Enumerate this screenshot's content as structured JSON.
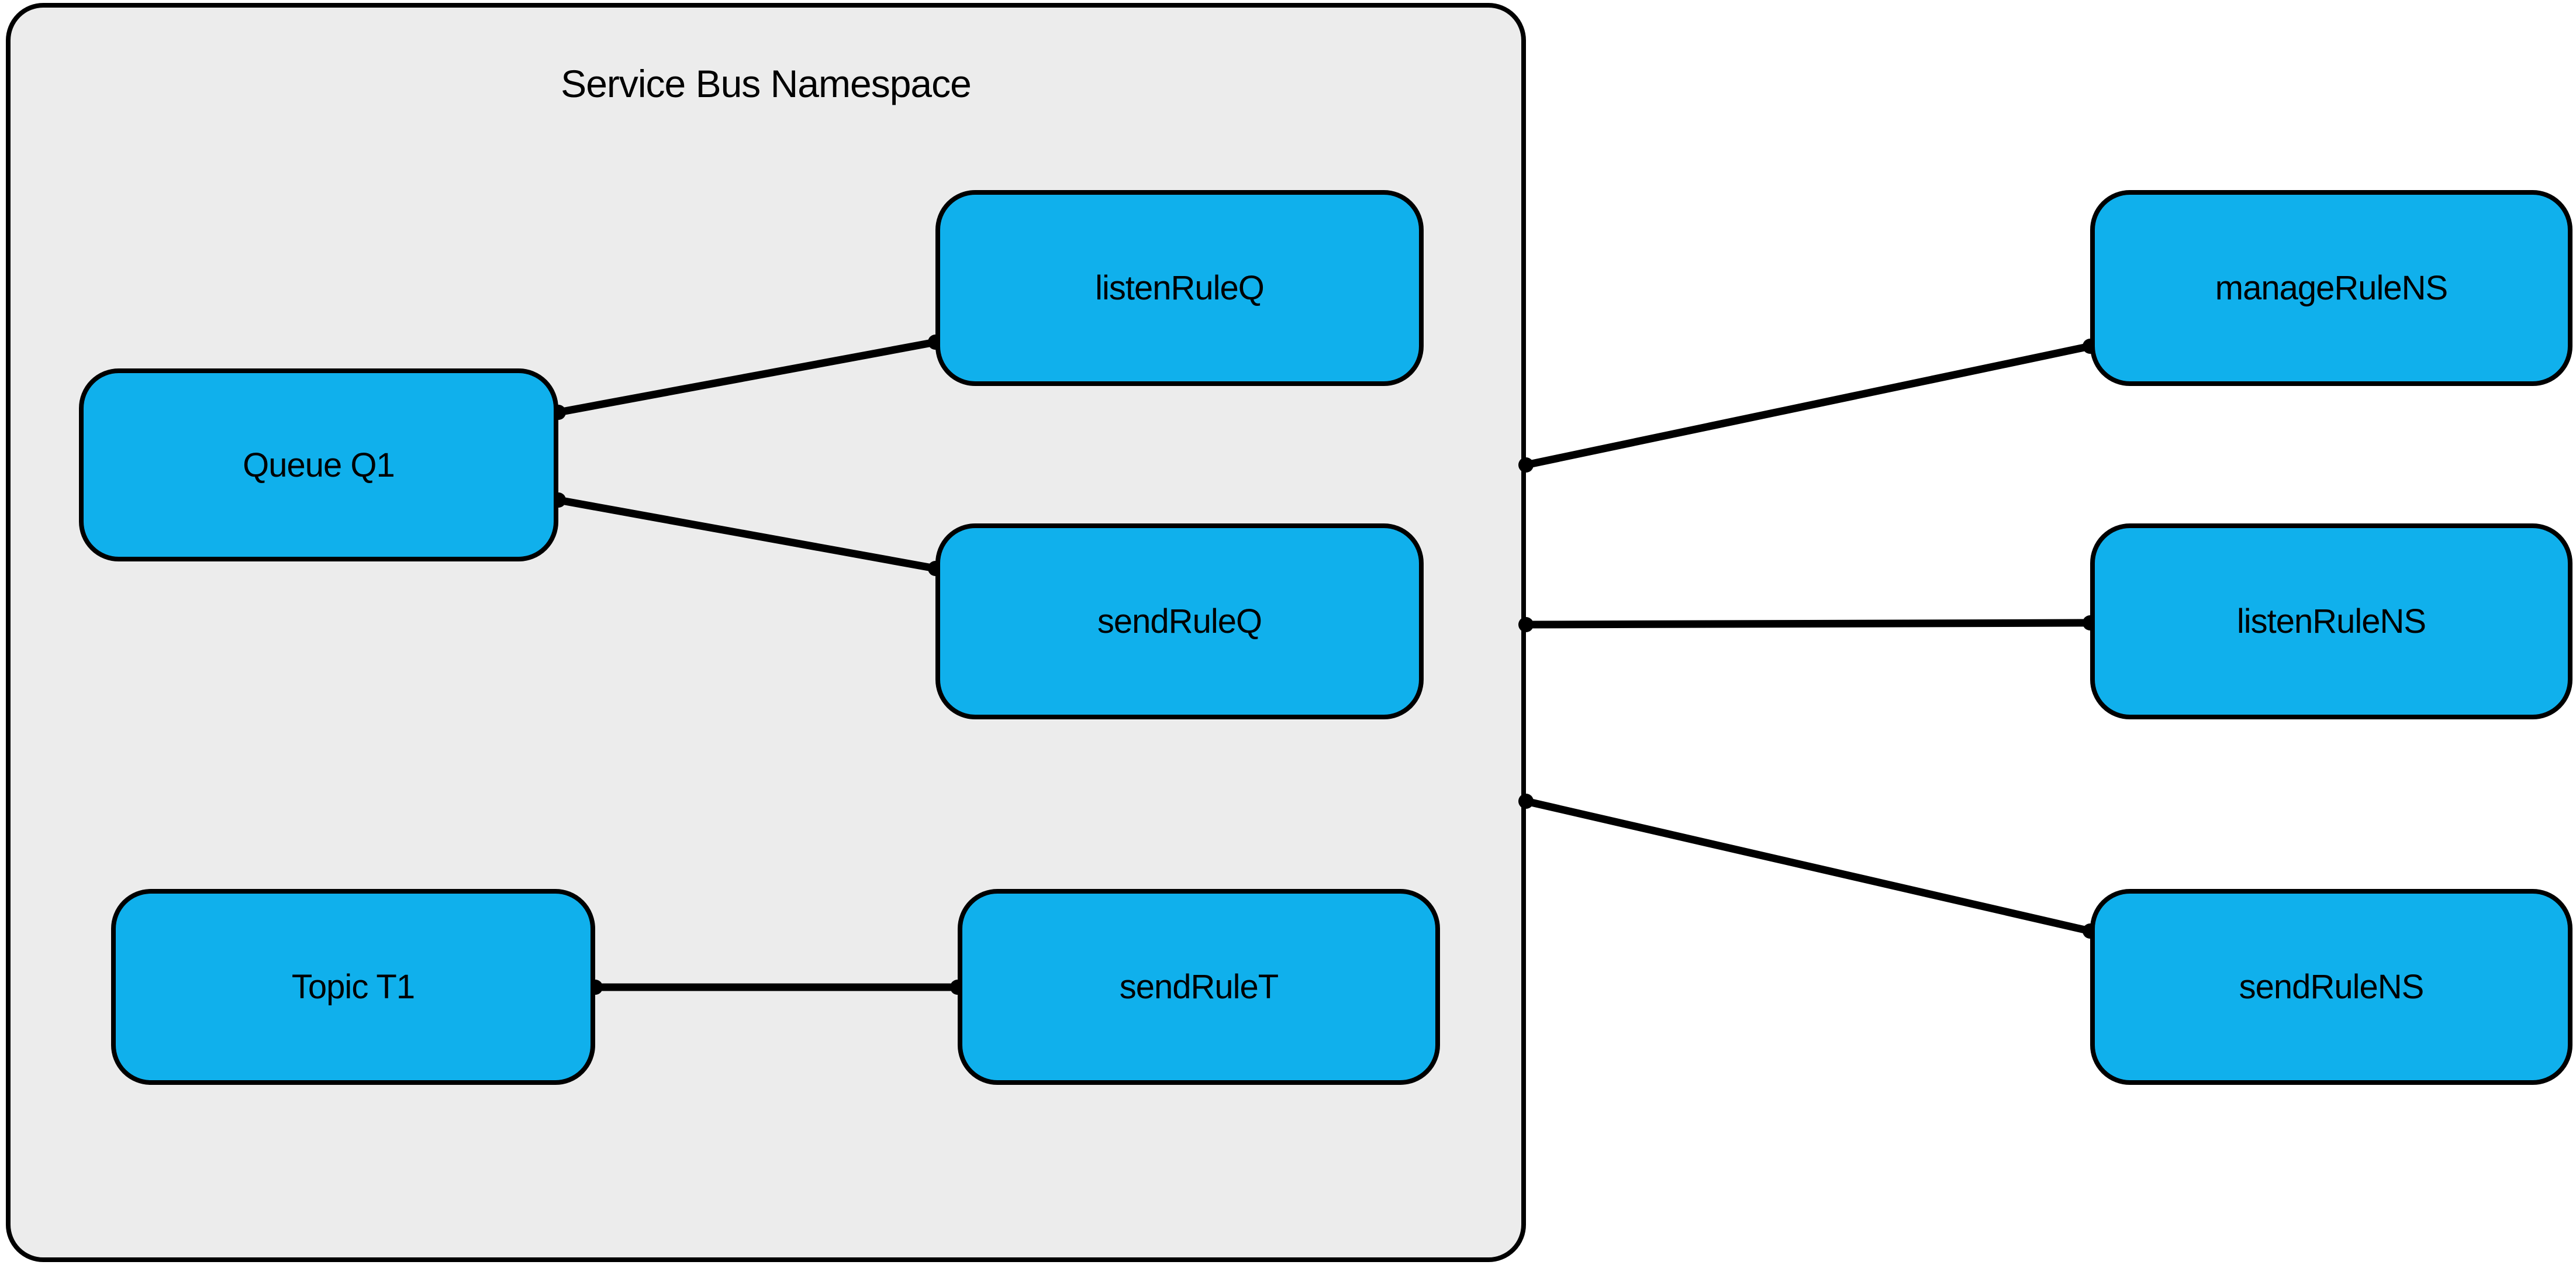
{
  "diagram": {
    "type": "service-bus-access-rules-diagram",
    "background_color": "#ffffff",
    "container": {
      "label": "Service Bus Namespace",
      "fill": "#ececec",
      "border_color": "#000000"
    },
    "node_style": {
      "fill": "#10b0ec",
      "border_color": "#000000",
      "text_color": "#000000"
    },
    "edge_style": {
      "color": "#000000"
    }
  },
  "nodes": [
    {
      "id": "queueQ1",
      "label": "Queue Q1",
      "inside_namespace": true
    },
    {
      "id": "listenRuleQ",
      "label": "listenRuleQ",
      "inside_namespace": true
    },
    {
      "id": "sendRuleQ",
      "label": "sendRuleQ",
      "inside_namespace": true
    },
    {
      "id": "topicT1",
      "label": "Topic T1",
      "inside_namespace": true
    },
    {
      "id": "sendRuleT",
      "label": "sendRuleT",
      "inside_namespace": true
    },
    {
      "id": "manageRuleNS",
      "label": "manageRuleNS",
      "inside_namespace": false
    },
    {
      "id": "listenRuleNS",
      "label": "listenRuleNS",
      "inside_namespace": false
    },
    {
      "id": "sendRuleNS",
      "label": "sendRuleNS",
      "inside_namespace": false
    }
  ],
  "edges": [
    {
      "from": "queueQ1",
      "to": "listenRuleQ"
    },
    {
      "from": "queueQ1",
      "to": "sendRuleQ"
    },
    {
      "from": "topicT1",
      "to": "sendRuleT"
    },
    {
      "from": "namespace-boundary",
      "to": "manageRuleNS"
    },
    {
      "from": "namespace-boundary",
      "to": "listenRuleNS"
    },
    {
      "from": "namespace-boundary",
      "to": "sendRuleNS"
    }
  ]
}
